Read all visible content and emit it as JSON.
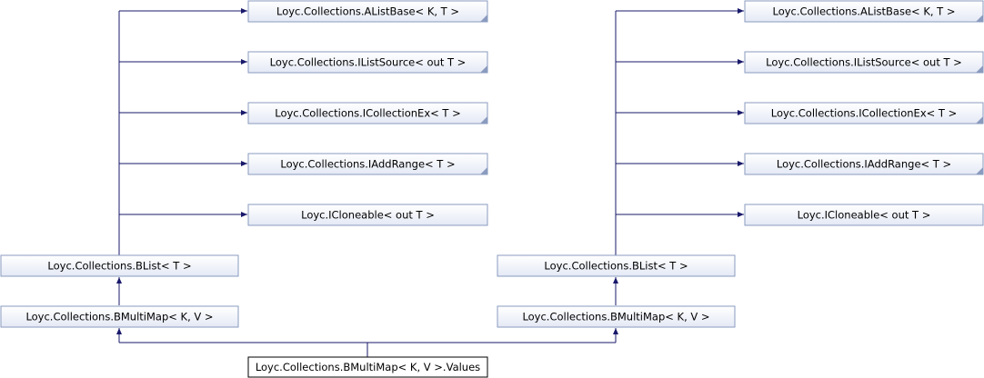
{
  "diagram": {
    "left": {
      "bases": [
        "Loyc.Collections.AListBase< K, T >",
        "Loyc.Collections.IListSource< out T >",
        "Loyc.Collections.ICollectionEx< T >",
        "Loyc.Collections.IAddRange< T >",
        "Loyc.ICloneable< out T >"
      ],
      "blist": "Loyc.Collections.BList< T >",
      "bmultimap": "Loyc.Collections.BMultiMap< K, V >"
    },
    "right": {
      "bases": [
        "Loyc.Collections.AListBase< K, T >",
        "Loyc.Collections.IListSource< out T >",
        "Loyc.Collections.ICollectionEx< T >",
        "Loyc.Collections.IAddRange< T >",
        "Loyc.ICloneable< out T >"
      ],
      "blist": "Loyc.Collections.BList< T >",
      "bmultimap": "Loyc.Collections.BMultiMap< K, V >"
    },
    "focus": "Loyc.Collections.BMultiMap< K, V >.Values",
    "colors": {
      "box_fill": "#e8edf8",
      "box_border": "#8a9bbf",
      "edge": "#19196b",
      "focus_border": "#000000",
      "focus_fill": "#ffffff"
    }
  }
}
